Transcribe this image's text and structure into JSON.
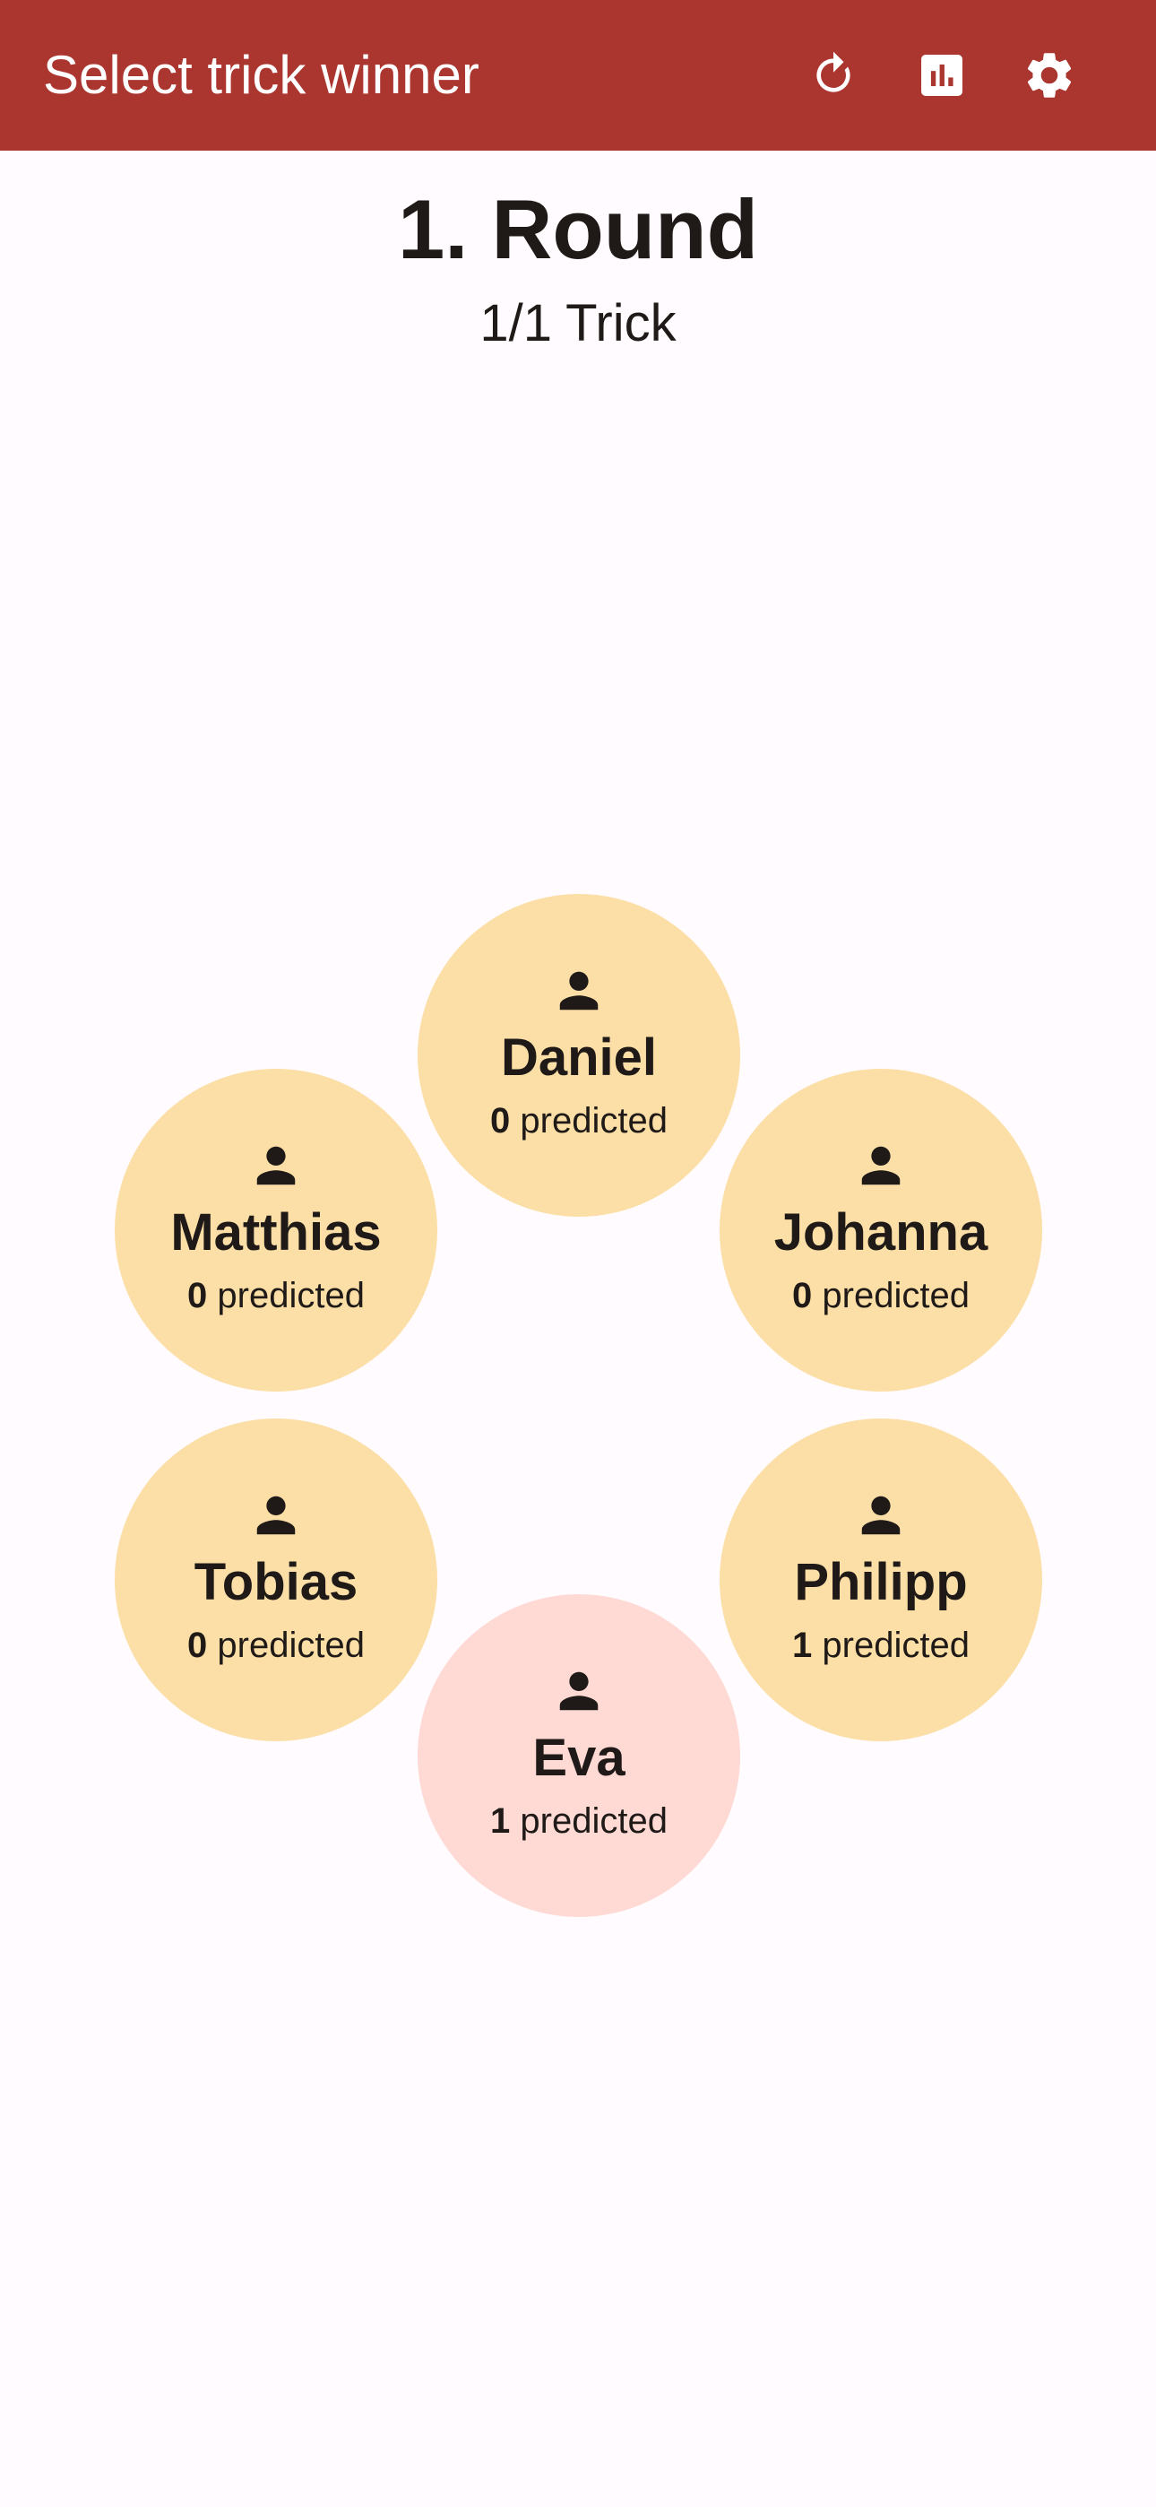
{
  "app_bar": {
    "title": "Select trick winner",
    "background": "#ab352f",
    "actions": [
      {
        "icon": "refresh-icon"
      },
      {
        "icon": "bar-chart-icon"
      },
      {
        "icon": "settings-gear-icon"
      }
    ]
  },
  "round": {
    "title": "1. Round",
    "trick": "1/1 Trick"
  },
  "players": [
    {
      "name": "Daniel",
      "predicted": "0",
      "suffix": "predicted",
      "color": "#fbdfa6"
    },
    {
      "name": "Johanna",
      "predicted": "0",
      "suffix": "predicted",
      "color": "#fbdfa6"
    },
    {
      "name": "Philipp",
      "predicted": "1",
      "suffix": "predicted",
      "color": "#fbdfa6"
    },
    {
      "name": "Eva",
      "predicted": "1",
      "suffix": "predicted",
      "color": "#ffdad5"
    },
    {
      "name": "Tobias",
      "predicted": "0",
      "suffix": "predicted",
      "color": "#fbdfa6"
    },
    {
      "name": "Matthias",
      "predicted": "0",
      "suffix": "predicted",
      "color": "#fbdfa6"
    }
  ]
}
